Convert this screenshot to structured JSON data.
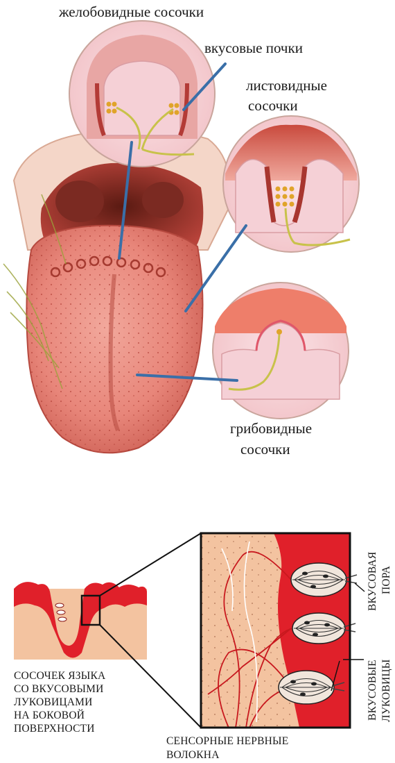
{
  "top_figure": {
    "labels": {
      "circumvallate": "желобовидные сосочки",
      "taste_buds": "вкусовые почки",
      "foliate": [
        "листовидные",
        "сосочки"
      ],
      "fungiform": [
        "грибовидные",
        "сосочки"
      ]
    }
  },
  "bottom_figure": {
    "labels": {
      "papilla_caption": [
        "СОСОЧЕК ЯЗЫКА",
        "СО ВКУСОВЫМИ",
        "ЛУКОВИЦАМИ",
        "НА БОКОВОЙ",
        "ПОВЕРХНОСТИ"
      ],
      "nerve_fibers": [
        "СЕНСОРНЫЕ НЕРВНЫЕ",
        "ВОЛОКНА"
      ],
      "taste_pore": [
        "ВКУСОВАЯ",
        "ПОРА"
      ],
      "taste_bulbs": [
        "ВКУСОВЫЕ",
        "ЛУКОВИЦЫ"
      ]
    }
  },
  "colors": {
    "tongue": "#e8867a",
    "tongue_shadow": "#c95a4f",
    "pointer_line": "#3a6fa8",
    "tissue_red": "#e0202a",
    "tissue_peach": "#f3c3a0",
    "nerve": "#c8c24a"
  }
}
